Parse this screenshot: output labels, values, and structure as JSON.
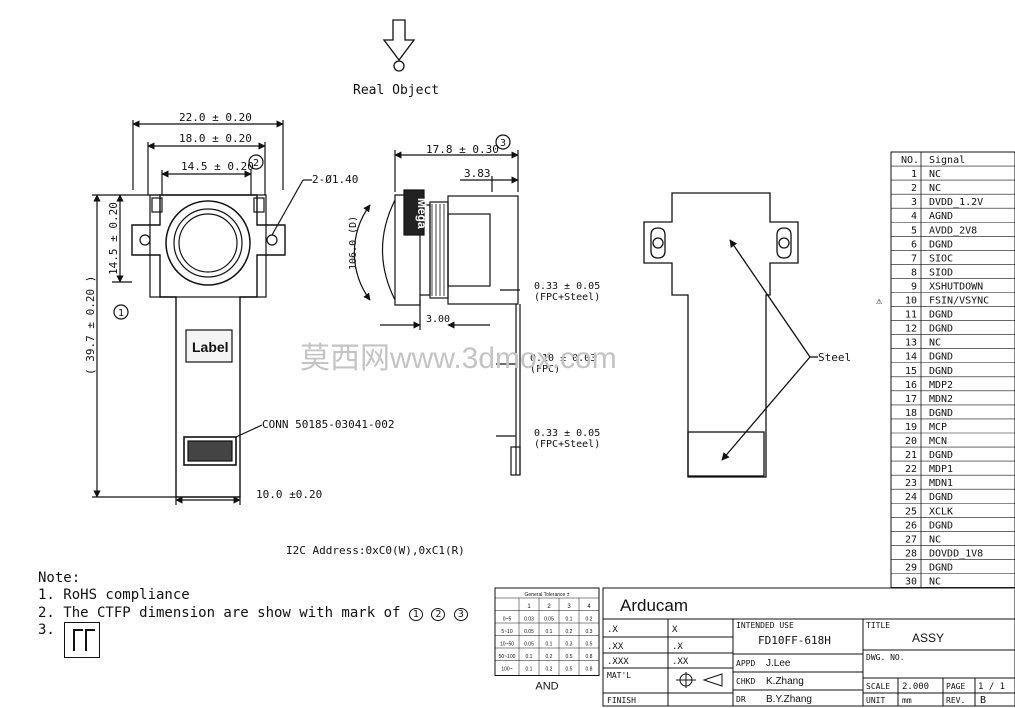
{
  "header": {
    "real_object": "Real Object"
  },
  "front_view": {
    "dim_22": "22.0  ± 0.20",
    "dim_18": "18.0  ± 0.20",
    "dim_145": "14.5  ± 0.20",
    "hole": "2-Ø1.40",
    "dim_vert_145": "14.5 ± 0.20",
    "dim_397": "( 39.7 ± 0.20 )",
    "mark1": "1",
    "mark2": "2",
    "label": "Label",
    "conn": "CONN 50185-03041-002",
    "dim_10": "10.0   ±0.20"
  },
  "side_view": {
    "dim_178": "17.8 ± 0.30",
    "mark3": "3",
    "dim_383": "3.83",
    "lens_label": "Mega",
    "fov": "106.0 (D)",
    "dim_300": "3.00",
    "t1": "0.33 ± 0.05",
    "t1b": "(FPC+Steel)",
    "t2": "0.10 ± 0.03",
    "t2b": "(FPC)",
    "t3": "0.33 ± 0.05",
    "t3b": "(FPC+Steel)"
  },
  "rear_view": {
    "steel": "Steel"
  },
  "watermark": "莫西网www.3dmox.com",
  "i2c": "I2C Address:0xC0(W),0xC1(R)",
  "notes": {
    "title": "Note:",
    "n1": "1. RoHS compliance",
    "n2": "2. The CTFP dimension are show with mark of",
    "n2_marks": [
      "1",
      "2",
      "3"
    ],
    "n3": "3."
  },
  "pin_table": {
    "header_no": "NO.",
    "header_signal": "Signal",
    "pins": [
      {
        "no": "1",
        "sig": "NC"
      },
      {
        "no": "2",
        "sig": "NC"
      },
      {
        "no": "3",
        "sig": "DVDD_1.2V"
      },
      {
        "no": "4",
        "sig": "AGND"
      },
      {
        "no": "5",
        "sig": "AVDD_2V8"
      },
      {
        "no": "6",
        "sig": "DGND"
      },
      {
        "no": "7",
        "sig": "SIOC"
      },
      {
        "no": "8",
        "sig": "SIOD"
      },
      {
        "no": "9",
        "sig": "XSHUTDOWN"
      },
      {
        "no": "10",
        "sig": "FSIN/VSYNC"
      },
      {
        "no": "11",
        "sig": "DGND"
      },
      {
        "no": "12",
        "sig": "DGND"
      },
      {
        "no": "13",
        "sig": "NC"
      },
      {
        "no": "14",
        "sig": "DGND"
      },
      {
        "no": "15",
        "sig": "DGND"
      },
      {
        "no": "16",
        "sig": "MDP2"
      },
      {
        "no": "17",
        "sig": "MDN2"
      },
      {
        "no": "18",
        "sig": "DGND"
      },
      {
        "no": "19",
        "sig": "MCP"
      },
      {
        "no": "20",
        "sig": "MCN"
      },
      {
        "no": "21",
        "sig": "DGND"
      },
      {
        "no": "22",
        "sig": "MDP1"
      },
      {
        "no": "23",
        "sig": "MDN1"
      },
      {
        "no": "24",
        "sig": "DGND"
      },
      {
        "no": "25",
        "sig": "XCLK"
      },
      {
        "no": "26",
        "sig": "DGND"
      },
      {
        "no": "27",
        "sig": "NC"
      },
      {
        "no": "28",
        "sig": "DOVDD_1V8"
      },
      {
        "no": "29",
        "sig": "DGND"
      },
      {
        "no": "30",
        "sig": "NC"
      }
    ]
  },
  "tolerance": {
    "title": "General Tolerance ±",
    "cols": [
      "1",
      "2",
      "3",
      "4"
    ],
    "rows": [
      [
        "0~5",
        "0.03",
        "0.05",
        "0.1",
        "0.2"
      ],
      [
        "5~10",
        "0.05",
        "0.1",
        "0.2",
        "0.3"
      ],
      [
        "10~50",
        "0.05",
        "0.1",
        "0.3",
        "0.5"
      ],
      [
        "50~100",
        "0.1",
        "0.2",
        "0.5",
        "0.8"
      ],
      [
        "100~",
        "0.1",
        "0.2",
        "0.5",
        "0.8"
      ]
    ],
    "footer": "AND"
  },
  "title_block": {
    "company": "Arducam",
    "tol_x": ".X",
    "tol_x_v": "X",
    "tol_xx": ".XX",
    "tol_xx_v": ".X",
    "tol_xxx": ".XXX",
    "tol_xxx_v": ".XX",
    "mat": "MAT'L",
    "finish": "FINISH",
    "intended_label": "INTENDED USE",
    "intended_value": "FD10FF-618H",
    "appd_label": "APPD",
    "appd_value": "J.Lee",
    "chkd_label": "CHKD",
    "chkd_value": "K.Zhang",
    "dr_label": "DR",
    "dr_value": "B.Y.Zhang",
    "title_label": "TITLE",
    "title_value": "ASSY",
    "dwg_label": "DWG. NO.",
    "scale_label": "SCALE",
    "scale_value": "2.000",
    "page_label": "PAGE",
    "page_value": "1 / 1",
    "unit_label": "UNIT",
    "unit_value": "mm",
    "rev_label": "REV.",
    "rev_value": "B"
  }
}
